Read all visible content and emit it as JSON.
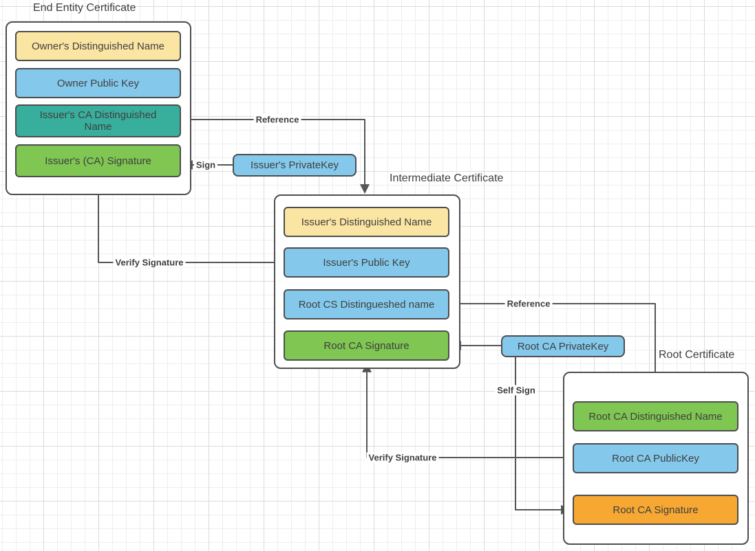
{
  "colors": {
    "yellow": "#fbe5a3",
    "blue": "#84c9ec",
    "teal": "#38ae9c",
    "green": "#7fc652",
    "orange": "#f7a832",
    "line": "#555555",
    "border": "#4d4d4d",
    "text": "#3f3f3f"
  },
  "certificates": [
    {
      "title": "End Entity Certificate",
      "fields": [
        {
          "label": "Owner's Distinguished Name"
        },
        {
          "label": "Owner Public  Key"
        },
        {
          "label": "Issuer's CA Distinguished Name"
        },
        {
          "label": "Issuer's (CA) Signature"
        }
      ]
    },
    {
      "title": "Intermediate Certificate",
      "fields": [
        {
          "label": "Issuer's Distinguished Name"
        },
        {
          "label": "Issuer's Public  Key"
        },
        {
          "label": "Root CS Distingueshed name"
        },
        {
          "label": "Root CA Signature"
        }
      ]
    },
    {
      "title": "Root Certificate",
      "fields": [
        {
          "label": "Root CA Distinguished Name"
        },
        {
          "label": "Root CA PublicKey"
        },
        {
          "label": "Root CA Signature"
        }
      ]
    }
  ],
  "keys": [
    {
      "label": "Issuer's PrivateKey"
    },
    {
      "label": "Root CA PrivateKey"
    }
  ],
  "connectors": {
    "reference1": "Reference",
    "sign": "Sign",
    "verify_signature1": "Verify Signature",
    "reference2": "Reference",
    "self_sign": "Self Sign",
    "verify_signature2": "Verify Signature"
  }
}
